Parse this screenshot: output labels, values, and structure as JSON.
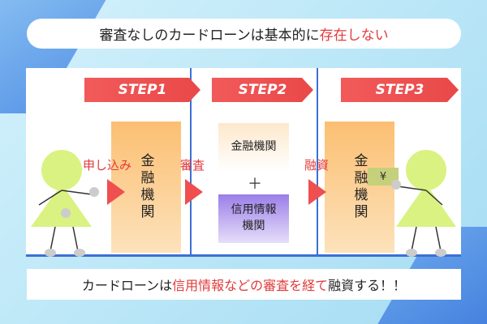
{
  "title": {
    "prefix": "審査なしのカードローンは基本的に",
    "highlight": "存在しない"
  },
  "steps": [
    "STEP1",
    "STEP2",
    "STEP3"
  ],
  "nodes": {
    "step1_org": "金融機関",
    "step2_finance": "金融機関",
    "step2_plus": "＋",
    "step2_credit": "信用情報\n機関",
    "step3_org": "金融機関",
    "yen": "¥"
  },
  "arrows": {
    "apply": "申し込み",
    "review": "審査",
    "finance": "融資"
  },
  "footer": {
    "prefix": "カードローンは",
    "highlight": "信用情報などの審査を経て",
    "suffix": "融資する！！"
  },
  "colors": {
    "step": "#e94848",
    "accent_red": "#e23a3a",
    "figure": "#d9f281",
    "line": "#3d6fd4"
  }
}
